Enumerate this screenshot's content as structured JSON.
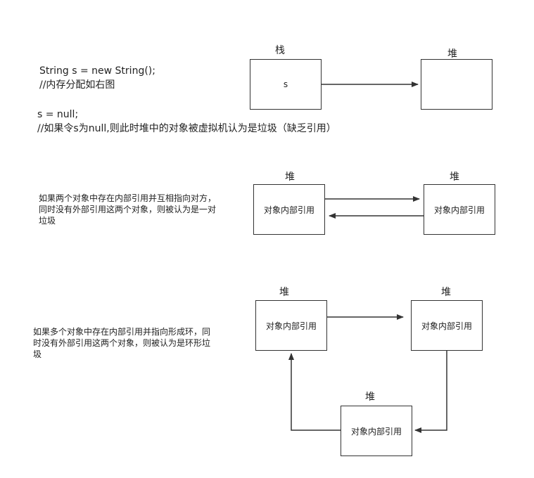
{
  "section1": {
    "code_line1": "String s = new String();",
    "comment1": "//内存分配如右图",
    "code_line2": "s = null;",
    "comment2": "//如果令s为null,则此时堆中的对象被虚拟机认为是垃圾（缺乏引用）",
    "stack_label": "栈",
    "heap_label": "堆",
    "stack_var": "s"
  },
  "section2": {
    "description": "如果两个对象中存在内部引用并互相指向对方，\n同时没有外部引用这两个对象，则被认为是一对\n垃圾",
    "left_label": "堆",
    "right_label": "堆",
    "left_box": "对象内部引用",
    "right_box": "对象内部引用"
  },
  "section3": {
    "description": "如果多个对象中存在内部引用并指向形成环，同\n时没有外部引用这两个对象，则被认为是环形垃\n圾",
    "left_label": "堆",
    "right_label": "堆",
    "bottom_label": "堆",
    "left_box": "对象内部引用",
    "right_box": "对象内部引用",
    "bottom_box": "对象内部引用"
  }
}
